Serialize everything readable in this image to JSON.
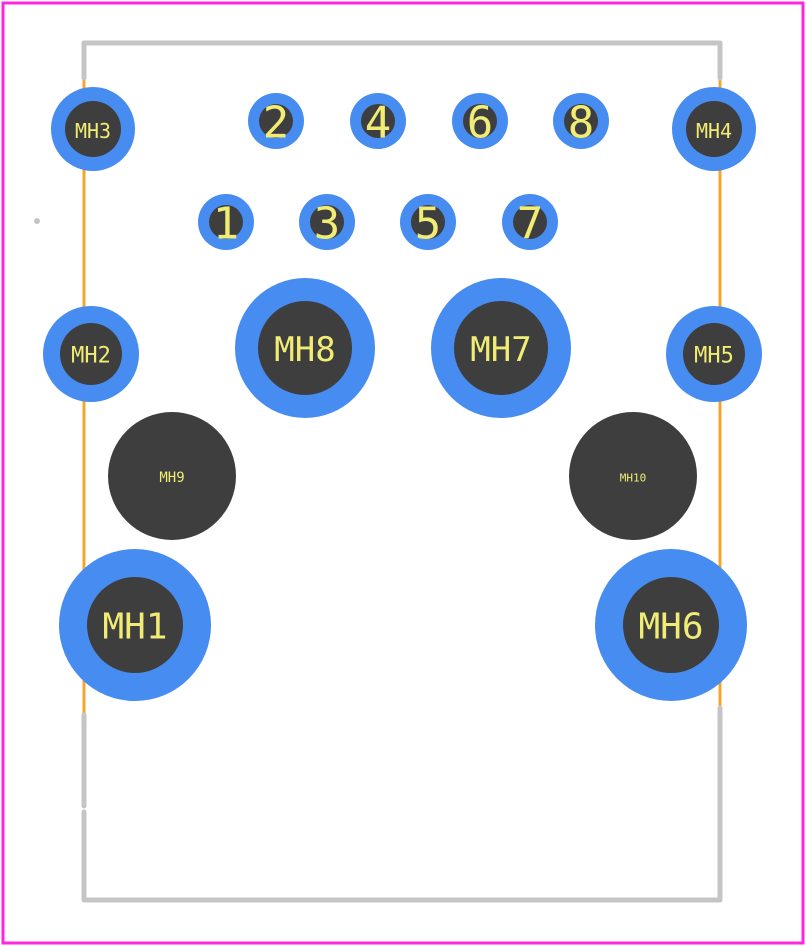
{
  "colors": {
    "board_outline": "#ff26e2",
    "silkscreen": "#c5c5c5",
    "courtyard": "#f4a530",
    "pad_copper": "#478cf0",
    "drill_hole": "#3e3e3e",
    "label": "#f0ec74",
    "background": "#ffffff"
  },
  "pads": [
    {
      "id": "p1",
      "label": "1",
      "type": "plated"
    },
    {
      "id": "p2",
      "label": "2",
      "type": "plated"
    },
    {
      "id": "p3",
      "label": "3",
      "type": "plated"
    },
    {
      "id": "p4",
      "label": "4",
      "type": "plated"
    },
    {
      "id": "p5",
      "label": "5",
      "type": "plated"
    },
    {
      "id": "p6",
      "label": "6",
      "type": "plated"
    },
    {
      "id": "p7",
      "label": "7",
      "type": "plated"
    },
    {
      "id": "p8",
      "label": "8",
      "type": "plated"
    },
    {
      "id": "mh1",
      "label": "MH1",
      "type": "plated"
    },
    {
      "id": "mh2",
      "label": "MH2",
      "type": "plated"
    },
    {
      "id": "mh3",
      "label": "MH3",
      "type": "plated"
    },
    {
      "id": "mh4",
      "label": "MH4",
      "type": "plated"
    },
    {
      "id": "mh5",
      "label": "MH5",
      "type": "plated"
    },
    {
      "id": "mh6",
      "label": "MH6",
      "type": "plated"
    },
    {
      "id": "mh7",
      "label": "MH7",
      "type": "plated"
    },
    {
      "id": "mh8",
      "label": "MH8",
      "type": "plated"
    },
    {
      "id": "mh9",
      "label": "MH9",
      "type": "non-plated"
    },
    {
      "id": "mh10",
      "label": "MH10",
      "type": "non-plated"
    }
  ]
}
